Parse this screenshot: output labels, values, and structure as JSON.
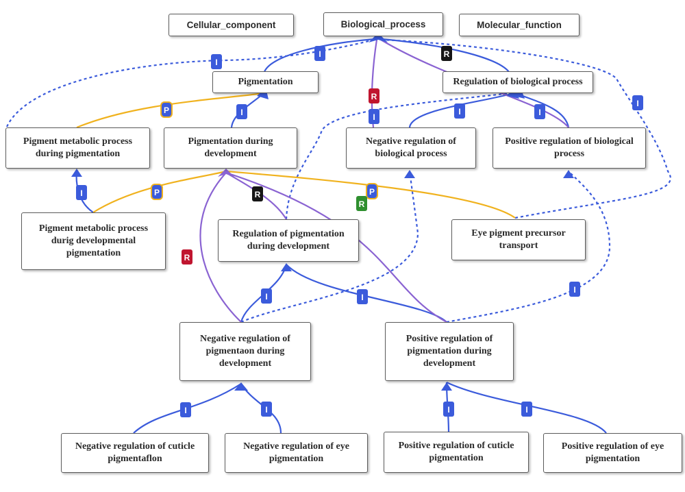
{
  "colors": {
    "is_a": "#3b5bdb",
    "part_of": "#f0b21e",
    "regulates": "#8a63d2",
    "badge_I": "#3b5bdb",
    "badge_P": "#3b5bdb",
    "badge_R_red": "#c0152f",
    "badge_R_black": "#161616",
    "badge_R_green": "#2f8f2f"
  },
  "nodes": {
    "cellular_component": "Cellular_component",
    "biological_process": "Biological_process",
    "molecular_function": "Molecular_function",
    "pigmentation": "Pigmentation",
    "regulation_of_biological_process": "Regulation of biological process",
    "pigment_metabolic_process_during_pigmentation": "Pigment metabolic process during pigmentation",
    "pigmentation_during_development": "Pigmentation during development",
    "negative_regulation_of_biological_process": "Negative regulation of biological process",
    "positive_regulation_of_biological_process": "Positive regulation of biological process",
    "pigment_metabolic_process_durig_developmental_pigmentation": "Pigment metabolic process durig developmental pigmentation",
    "regulation_of_pigmentation_during_development": "Regulation of pigmentation during development",
    "eye_pigment_precursor_transport": "Eye pigment precursor transport",
    "negative_regulation_of_pigmentaon_during_development": "Negative regulation of pigmentaon during development",
    "positive_regulation_of_pigmentation_during_development": "Positive regulation of pigmentation during development",
    "negative_regulation_of_cuticle_pigmentaflon": "Negative regulation of cuticle pigmentaflon",
    "negative_regulation_of_eye_pigmentation": "Negative regulation of eye pigmentation",
    "positive_regulation_of_cuticle_pigmentation": "Positive regulation of cuticle pigmentation",
    "positive_regulation_of_eye_pigmentation": "Positive regulation of eye pigmentation"
  },
  "badges": {
    "is_a": "I",
    "part_of": "P",
    "regulates": "R"
  }
}
